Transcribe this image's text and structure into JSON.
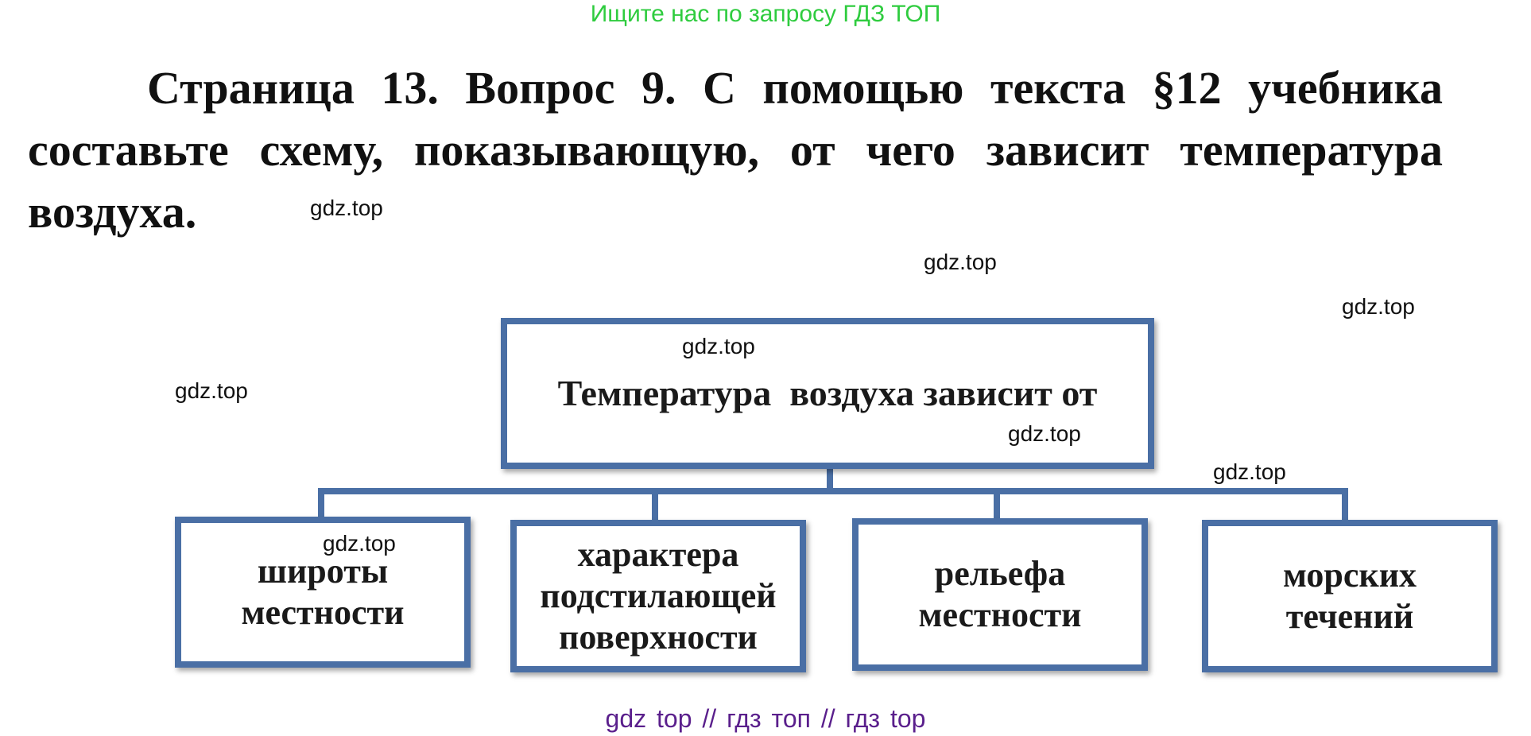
{
  "banner": "Ищите нас по запросу ГДЗ ТОП",
  "question": {
    "line1": "Страница 13. Вопрос 9. С помощью текста §12 учебника",
    "line2": "составьте схему, показывающую, от чего зависит температура",
    "line3": "воздуха."
  },
  "diagram": {
    "root": "Температура  воздуха зависит от",
    "children": [
      "широты\nместности",
      "характера\nподстилающей\nповерхности",
      "рельефа\nместности",
      "морских\nтечений"
    ],
    "border_color": "#4a6fa5"
  },
  "watermarks": [
    "gdz.top",
    "gdz.top",
    "gdz.top",
    "gdz.top",
    "gdz.top",
    "gdz.top",
    "gdz.top",
    "gdz.top"
  ],
  "footer": "gdz top  //  гдз топ  //  гдз top",
  "colors": {
    "banner": "#2fcc3f",
    "footer": "#5a1f8c"
  }
}
